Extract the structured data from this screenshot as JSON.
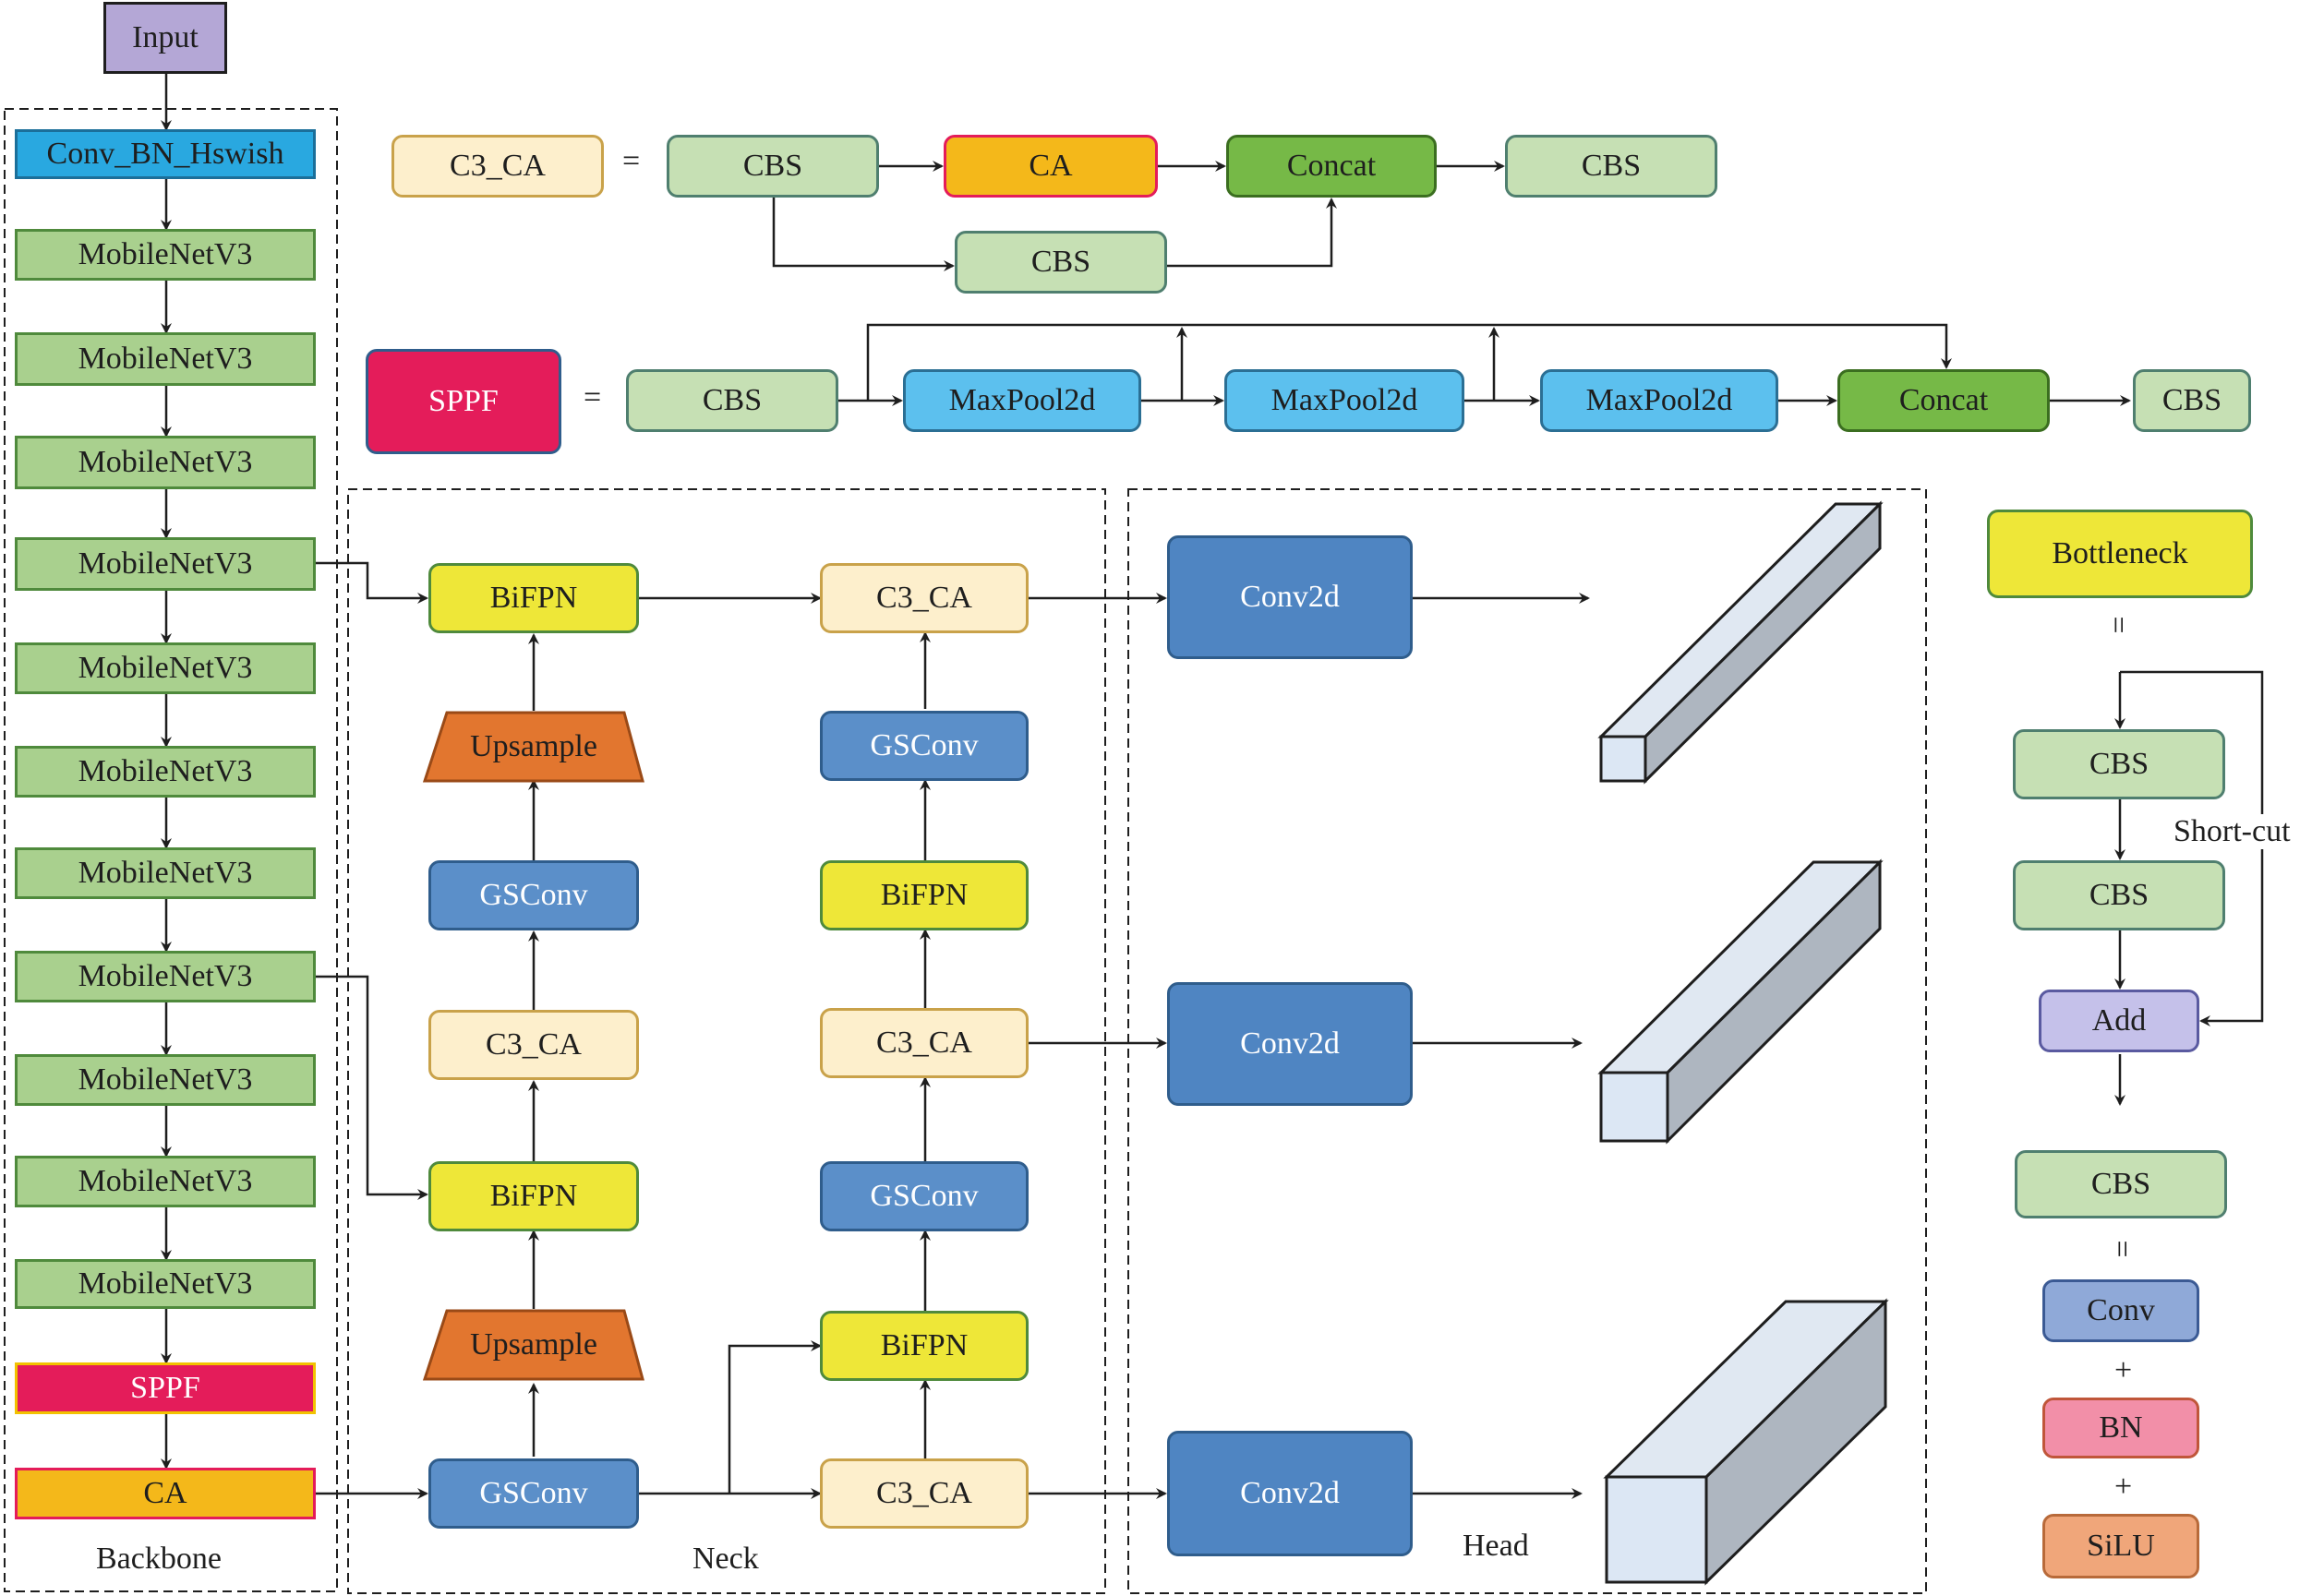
{
  "backbone": {
    "input": "Input",
    "conv_bn_hswish": "Conv_BN_Hswish",
    "mobilenet": [
      "MobileNetV3",
      "MobileNetV3",
      "MobileNetV3",
      "MobileNetV3",
      "MobileNetV3",
      "MobileNetV3",
      "MobileNetV3",
      "MobileNetV3",
      "MobileNetV3",
      "MobileNetV3",
      "MobileNetV3"
    ],
    "sppf": "SPPF",
    "ca": "CA",
    "label": "Backbone"
  },
  "c3ca_def": {
    "name": "C3_CA",
    "equals": "=",
    "cbs1": "CBS",
    "ca": "CA",
    "concat": "Concat",
    "cbs_out": "CBS",
    "cbs_branch": "CBS"
  },
  "sppf_def": {
    "name": "SPPF",
    "equals": "=",
    "cbs_in": "CBS",
    "maxpool": [
      "MaxPool2d",
      "MaxPool2d",
      "MaxPool2d"
    ],
    "concat": "Concat",
    "cbs_out": "CBS"
  },
  "neck": {
    "label": "Neck",
    "col1": {
      "bifpn_top": "BiFPN",
      "upsample_top": "Upsample",
      "gsconv_top": "GSConv",
      "c3ca": "C3_CA",
      "bifpn_bottom": "BiFPN",
      "upsample_bottom": "Upsample",
      "gsconv_bottom": "GSConv"
    },
    "col2": {
      "c3ca_top": "C3_CA",
      "gsconv_top": "GSConv",
      "bifpn_mid": "BiFPN",
      "c3ca_mid": "C3_CA",
      "gsconv_mid": "GSConv",
      "bifpn_bottom": "BiFPN",
      "c3ca_bottom": "C3_CA"
    }
  },
  "head": {
    "label": "Head",
    "conv2d": [
      "Conv2d",
      "Conv2d",
      "Conv2d"
    ]
  },
  "bottleneck": {
    "name": "Bottleneck",
    "equals": "=",
    "cbs1": "CBS",
    "cbs2": "CBS",
    "shortcut": "Short-cut",
    "add": "Add"
  },
  "cbs_def": {
    "name": "CBS",
    "equals": "=",
    "conv": "Conv",
    "plus1": "+",
    "bn": "BN",
    "plus2": "+",
    "silu": "SiLU"
  }
}
